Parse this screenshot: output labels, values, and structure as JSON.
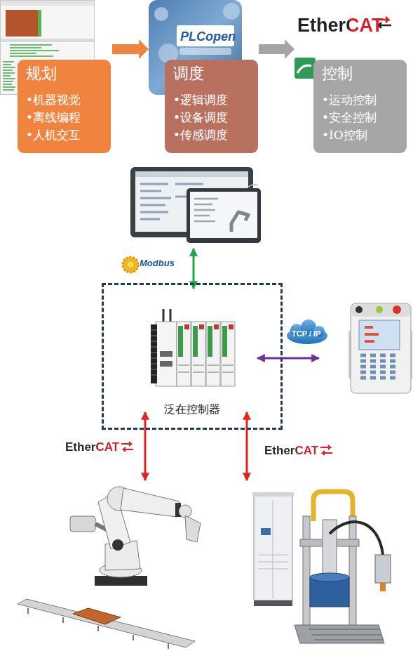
{
  "diagram": {
    "nodes": [
      {
        "text": [
          "规划",
          "•机器视觉",
          "•离线编程",
          "•人机交互"
        ]
      },
      {
        "text": [
          "调度",
          "•逻辑调度",
          "•设备调度",
          "•传感调度"
        ]
      },
      {
        "text": [
          "控制",
          "•运动控制",
          "•安全控制",
          "•IO控制"
        ]
      },
      {
        "text": [
          "泛在控制器"
        ]
      }
    ],
    "edges": [
      {
        "from": 0,
        "to": 1,
        "arrow": "to"
      },
      {
        "from": 1,
        "to": 2,
        "arrow": "to"
      }
    ],
    "labels": [
      "PLCopen",
      "EtherCAT",
      "Modbus",
      "TCP / IP",
      "EtherCAT",
      "EtherCAT"
    ]
  }
}
